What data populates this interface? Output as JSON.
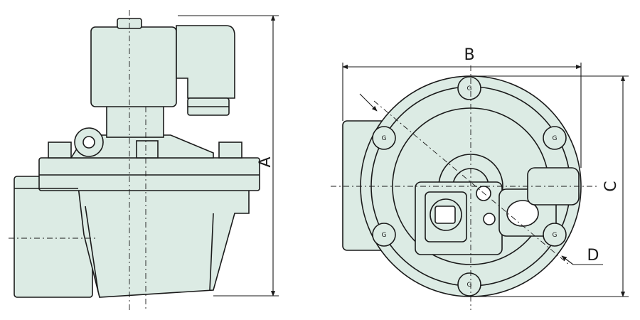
{
  "colors": {
    "body_fill": "#dcebe4",
    "line": "#1a1a1a",
    "background": "#ffffff"
  },
  "dimensions": {
    "a": "A",
    "b": "B",
    "c": "C",
    "d": "D"
  },
  "bolt_marking": "G"
}
